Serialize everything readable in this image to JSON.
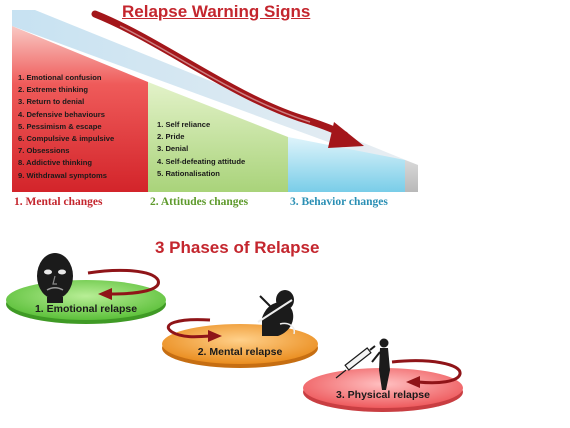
{
  "warning": {
    "title": "Relapse Warning Signs",
    "mental_items": [
      "1. Emotional confusion",
      "2. Extreme thinking",
      "3. Return to denial",
      "4. Defensive behaviours",
      "5. Pessimism & escape",
      "6. Compulsive & impulsive",
      "7. Obsessions",
      "8. Addictive thinking",
      "9. Withdrawal symptoms"
    ],
    "attitude_items": [
      "1. Self reliance",
      "2. Pride",
      "3. Denial",
      "4. Self-defeating attitude",
      "5. Rationalisation"
    ],
    "phase_labels": [
      "1. Mental changes",
      "2. Attitudes changes",
      "3. Behavior changes"
    ],
    "colors": {
      "mental": "#e8393c",
      "attitudes": "#b6d98a",
      "behavior": "#8fd3ea",
      "arrow": "#a3161a"
    }
  },
  "phases": {
    "title": "3 Phases of Relapse",
    "discs": [
      {
        "label": "1. Emotional relapse",
        "color": "#7fd35a",
        "figure": "face-icon"
      },
      {
        "label": "2. Mental relapse",
        "color": "#f0a23a",
        "figure": "thinking-figure-icon"
      },
      {
        "label": "3. Physical relapse",
        "color": "#f0787a",
        "figure": "syringe-figure-icon"
      }
    ]
  }
}
